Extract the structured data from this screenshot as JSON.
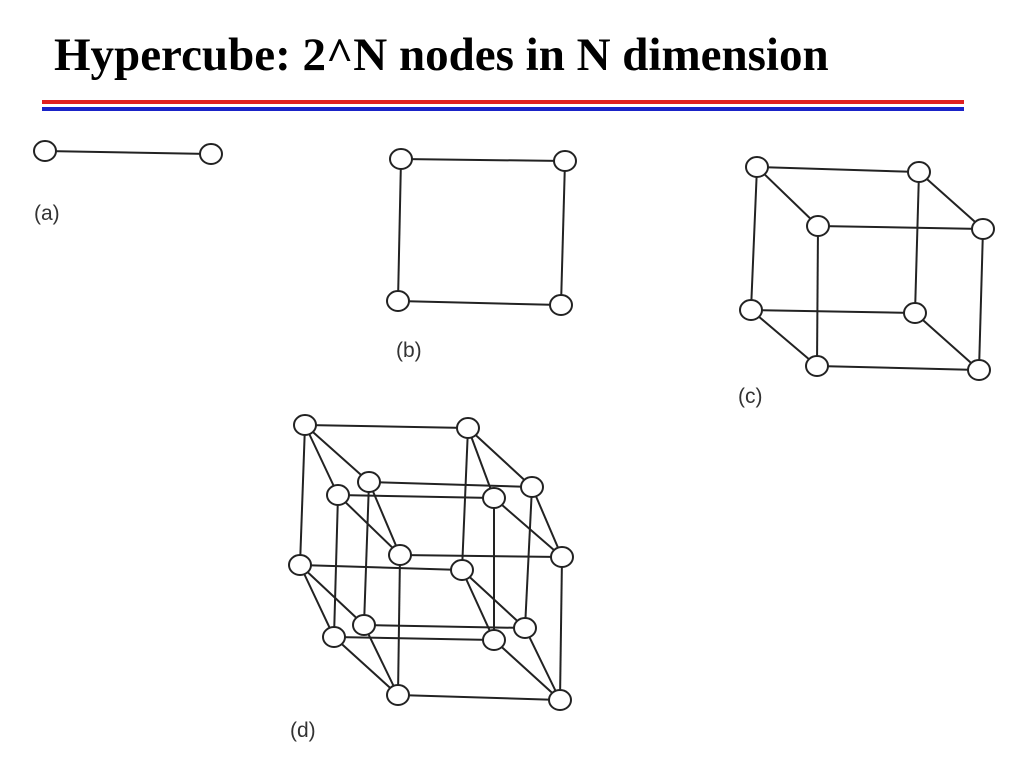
{
  "slide": {
    "title": "Hypercube: 2^N nodes in N dimension",
    "colors": {
      "rule_top": "#e02020",
      "rule_bottom": "#1a23c8",
      "ink": "#222222"
    }
  },
  "diagrams": [
    {
      "id": "a",
      "label": "(a)"
    },
    {
      "id": "b",
      "label": "(b)"
    },
    {
      "id": "c",
      "label": "(c)"
    },
    {
      "id": "d",
      "label": "(d)"
    }
  ]
}
